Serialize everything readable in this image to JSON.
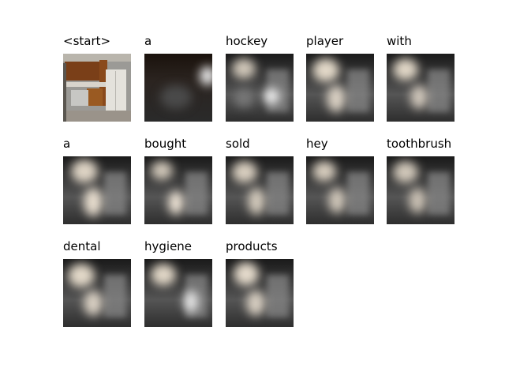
{
  "words": [
    "<start>",
    "a",
    "hockey",
    "player",
    "with",
    "a",
    "bought",
    "sold",
    "hey",
    "toothbrush",
    "dental",
    "hygiene",
    "products"
  ],
  "colors": {
    "background": "#ffffff",
    "text": "#000000"
  }
}
